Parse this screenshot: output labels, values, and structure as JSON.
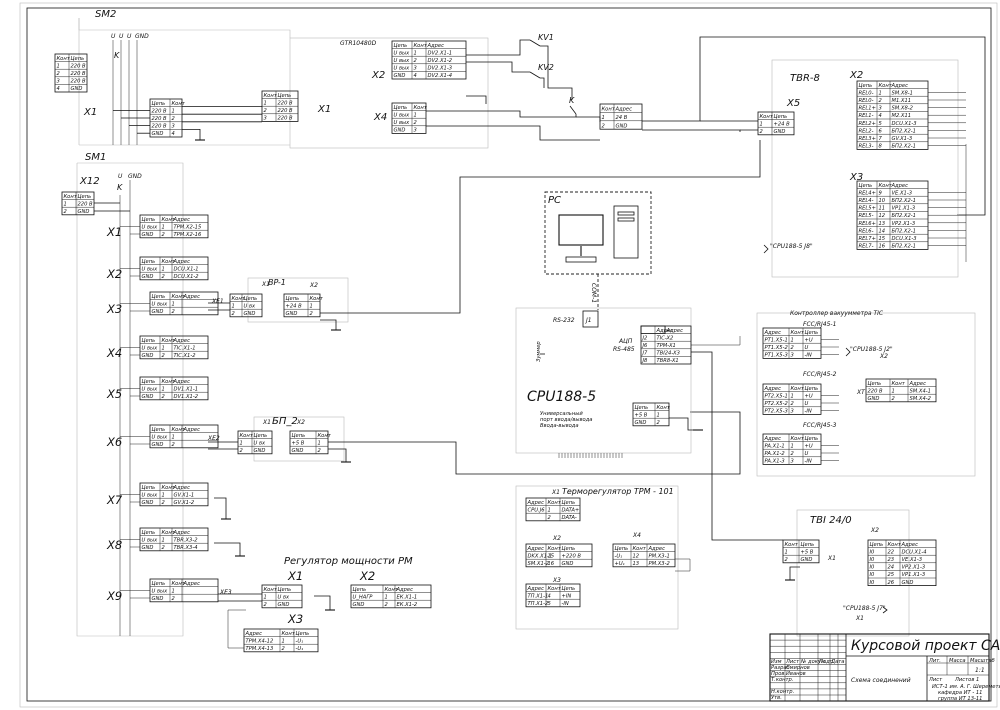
{
  "sm2": {
    "title": "SM2",
    "head": [
      "Конт",
      "Цепь"
    ],
    "rows": [
      [
        "1",
        "220 В"
      ],
      [
        "2",
        "220 В"
      ],
      [
        "3",
        "220 В"
      ],
      [
        "4",
        "GND"
      ]
    ],
    "bus_head": [
      "U",
      "U",
      "U",
      "GND"
    ],
    "k": "K",
    "x1": "X1",
    "out_head": [
      "Цепь",
      "Конт"
    ],
    "out_rows": [
      [
        "220 В",
        "1"
      ],
      [
        "220 В",
        "2"
      ],
      [
        "220 В",
        "3"
      ],
      [
        "GND",
        "4"
      ]
    ]
  },
  "gtr": {
    "title": "GTR10480D",
    "x1": "X1",
    "x1_head": [
      "Конт",
      "Цепь"
    ],
    "x1_rows": [
      [
        "1",
        "220 В"
      ],
      [
        "2",
        "220 В"
      ],
      [
        "3",
        "220 В"
      ]
    ],
    "x2": "X2",
    "x2_head": [
      "Цепь",
      "Конт",
      "Адрес"
    ],
    "x2_rows": [
      [
        "U вых",
        "1",
        "DV2.X1-1"
      ],
      [
        "U вых",
        "2",
        "DV2.X1-2"
      ],
      [
        "U вых",
        "3",
        "DV2.X1-3"
      ],
      [
        "GND",
        "4",
        "DV2.X1-4"
      ]
    ],
    "x4": "X4",
    "x4_head": [
      "Цепь",
      "Конт"
    ],
    "x4_rows": [
      [
        "U вых",
        "1"
      ],
      [
        "U вых",
        "2"
      ],
      [
        "GND",
        "3"
      ]
    ]
  },
  "kv1": "KV1",
  "kv2": "KV2",
  "k_top": "K",
  "psu_in": {
    "head": [
      "Конт",
      "Адрес"
    ],
    "rows": [
      [
        "1",
        "24 В"
      ],
      [
        "2",
        "GND"
      ]
    ]
  },
  "tbr": {
    "title": "TBR-8",
    "x5": "X5",
    "x5_head": [
      "Конт",
      "Цепь"
    ],
    "x5_rows": [
      [
        "1",
        "+24 В"
      ],
      [
        "2",
        "GND"
      ]
    ],
    "x2": "X2",
    "x3": "X3",
    "head": [
      "Цепь",
      "Конт",
      "Адрес"
    ],
    "x2_rows": [
      [
        "REL0-",
        "1",
        "SM.X8-1"
      ],
      [
        "REL0-",
        "2",
        "M1.X11"
      ],
      [
        "REL1+",
        "3",
        "SM.X8-2"
      ],
      [
        "REL1-",
        "4",
        "M2.X11"
      ],
      [
        "REL2+",
        "5",
        "DCU.X1-3"
      ],
      [
        "REL2-",
        "6",
        "БП2.X2-1"
      ],
      [
        "REL3+",
        "7",
        "GV.X1-3"
      ],
      [
        "REL3-",
        "8",
        "БП2.X2-1"
      ]
    ],
    "x3_rows": [
      [
        "REL4+",
        "9",
        "VE.X1-3"
      ],
      [
        "REL4-",
        "10",
        "БП2.X2-1"
      ],
      [
        "REL5+",
        "11",
        "VP1.X1-3"
      ],
      [
        "REL5-",
        "12",
        "БП2.X2-1"
      ],
      [
        "REL6+",
        "13",
        "VP2.X1-3"
      ],
      [
        "REL6-",
        "14",
        "БП2.X2-1"
      ],
      [
        "REL7+",
        "15",
        "DCU.X1-3"
      ],
      [
        "REL7-",
        "16",
        "БП2.X2-1"
      ]
    ],
    "ref": "\"CPU188-5  J8\""
  },
  "sm1": {
    "title": "SM1",
    "x12": "X12",
    "x12_head": [
      "Конт",
      "Цепь"
    ],
    "x12_rows": [
      [
        "1",
        "220 В"
      ],
      [
        "2",
        "GND"
      ]
    ],
    "bus_head": [
      "U",
      "GND"
    ],
    "k": "K",
    "row_head": [
      "Цепь",
      "Конт",
      "Адрес"
    ],
    "groups": [
      {
        "label": "X1",
        "rows": [
          [
            "U вых",
            "1",
            "TPM.X2-15"
          ],
          [
            "GND",
            "2",
            "TPM.X2-16"
          ]
        ]
      },
      {
        "label": "X2",
        "rows": [
          [
            "U вых",
            "1",
            "DCU.X1-1"
          ],
          [
            "GND",
            "2",
            "DCU.X1-2"
          ]
        ]
      },
      {
        "label": "X3",
        "rows": [
          [
            "U вых",
            "1",
            ""
          ],
          [
            "GND",
            "2",
            ""
          ]
        ]
      },
      {
        "label": "X4",
        "rows": [
          [
            "U вых",
            "1",
            "TIC.X1-1"
          ],
          [
            "GND",
            "2",
            "TIC.X1-2"
          ]
        ]
      },
      {
        "label": "X5",
        "rows": [
          [
            "U вых",
            "1",
            "DV1.X1-1"
          ],
          [
            "GND",
            "2",
            "DV1.X1-2"
          ]
        ]
      },
      {
        "label": "X6",
        "rows": [
          [
            "U вых",
            "1",
            ""
          ],
          [
            "GND",
            "2",
            ""
          ]
        ]
      },
      {
        "label": "X7",
        "rows": [
          [
            "U вых",
            "1",
            "GV.X1-1"
          ],
          [
            "GND",
            "2",
            "GV.X1-2"
          ]
        ]
      },
      {
        "label": "X8",
        "rows": [
          [
            "U вых",
            "1",
            "TBR.X3-2"
          ],
          [
            "GND",
            "2",
            "TBR.X3-4"
          ]
        ]
      },
      {
        "label": "X9",
        "rows": [
          [
            "U вых",
            "1",
            ""
          ],
          [
            "GND",
            "2",
            ""
          ]
        ]
      }
    ],
    "xe1": "XE1",
    "xe2": "XE2",
    "xe3": "XE3"
  },
  "bp1": {
    "title": "BP-1",
    "x1": "X1",
    "x2": "X2",
    "x1_head": [
      "Конт",
      "Цепь"
    ],
    "x1_rows": [
      [
        "1",
        "U вх"
      ],
      [
        "2",
        "GND"
      ]
    ],
    "x2_head": [
      "Цепь",
      "Конт"
    ],
    "x2_rows": [
      [
        "+24 В",
        "1"
      ],
      [
        "GND",
        "2"
      ]
    ]
  },
  "bp2": {
    "title": "БП_2",
    "x1": "X1",
    "x2": "X2",
    "x1_head": [
      "Конт",
      "Цепь"
    ],
    "x1_rows": [
      [
        "1",
        "U вх"
      ],
      [
        "2",
        "GND"
      ]
    ],
    "x2_head": [
      "Цепь",
      "Конт"
    ],
    "x2_rows": [
      [
        "+5 В",
        "1"
      ],
      [
        "GND",
        "2"
      ]
    ]
  },
  "pc": {
    "label": "PC",
    "port": "COM-1"
  },
  "cpu": {
    "title": "CPU188-5",
    "subtitle": [
      "Универсальный",
      "порт ввода/вывода",
      "Ввода-вывода"
    ],
    "rs232": "RS-232",
    "j1": "J1",
    "acp": "АЦП",
    "rs485": "RS-485",
    "addr_head": [
      "Адрес"
    ],
    "addr_rows": [
      [
        "J2",
        "TIC-X2"
      ],
      [
        "J6",
        "TPM-X1"
      ],
      [
        "J7",
        "TBI24-X3"
      ],
      [
        "J8",
        "TBR8-X1"
      ]
    ],
    "side": "Зуммер",
    "pwr_head": [
      "Цепь",
      "Конт"
    ],
    "pwr_rows": [
      [
        "+5 В",
        "1"
      ],
      [
        "GND",
        "2"
      ]
    ]
  },
  "vac": {
    "title": "Контроллер вакуумметра  TIC",
    "ref": "\"CPU188-5  J2\"",
    "x2": "X2",
    "xt": "XT",
    "head": [
      "Адрес",
      "Конт",
      "Цепь"
    ],
    "blocks": [
      {
        "name": "FCC/RJ45-1",
        "rows": [
          [
            "PT1.X5-1",
            "1",
            "+U"
          ],
          [
            "PT1.X5-2",
            "2",
            "U"
          ],
          [
            "PT1.X5-3",
            "3",
            "-IN"
          ]
        ]
      },
      {
        "name": "FCC/RJ45-2",
        "rows": [
          [
            "PT2.X5-1",
            "1",
            "+U"
          ],
          [
            "PT2.X5-2",
            "2",
            "U"
          ],
          [
            "PT2.X5-3",
            "3",
            "-IN"
          ]
        ]
      },
      {
        "name": "FCC/RJ45-3",
        "rows": [
          [
            "PA.X1-1",
            "1",
            "+U"
          ],
          [
            "PA.X1-2",
            "2",
            "U"
          ],
          [
            "PA.X1-3",
            "3",
            "-IN"
          ]
        ]
      }
    ],
    "pwr_head": [
      "Цепь",
      "Конт",
      "Адрес"
    ],
    "pwr_rows": [
      [
        "220 В",
        "1",
        "SM.X4-1"
      ],
      [
        "GND",
        "2",
        "SM.X4-2"
      ]
    ]
  },
  "tpm": {
    "title": "Терморегулятор  ТРМ - 101",
    "x1": "X1",
    "x2": "X2",
    "x3": "X3",
    "x4": "X4",
    "h3": [
      "Адрес",
      "Конт",
      "Цепь"
    ],
    "x1_rows": [
      [
        "CPU.J6",
        "1",
        "DATA+"
      ],
      [
        "",
        "2",
        "DATA-"
      ]
    ],
    "x2_rows": [
      [
        "DKX.X1-1",
        "15",
        "+220 В"
      ],
      [
        "SM.X1-2",
        "16",
        "GND"
      ]
    ],
    "x3_rows": [
      [
        "TП.X1-1",
        "4",
        "+IN"
      ],
      [
        "TП.X1-2",
        "5",
        "-IN"
      ]
    ],
    "x4_head": [
      "Цепь",
      "Конт",
      "Адрес"
    ],
    "x4_rows": [
      [
        "-U₁",
        "12",
        "PM.X3-1"
      ],
      [
        "+U₁",
        "13",
        "PM.X3-2"
      ]
    ]
  },
  "pm": {
    "title": "Регулятор мощности  РМ",
    "x1": "X1",
    "x2": "X2",
    "x3": "X3",
    "x1_head": [
      "Конт",
      "Цепь"
    ],
    "x1_rows": [
      [
        "1",
        "U вх"
      ],
      [
        "2",
        "GND"
      ]
    ],
    "x2_head": [
      "Цепь",
      "Конт",
      "Адрес"
    ],
    "x2_rows": [
      [
        "U_НАГР",
        "1",
        "ЕК.X1-1"
      ],
      [
        "GND",
        "2",
        "ЕК.X1-2"
      ]
    ],
    "x3_head": [
      "Адрес",
      "Конт",
      "Цепь"
    ],
    "x3_rows": [
      [
        "ТРМ.X4-12",
        "1",
        "-U₁"
      ],
      [
        "ТРМ.X4-13",
        "2",
        "-U₁"
      ]
    ]
  },
  "tbi": {
    "title": "TBI 24/0",
    "x1": "X1",
    "x2": "X2",
    "x1_head": [
      "Конт",
      "Цепь"
    ],
    "x1_rows": [
      [
        "1",
        "+5 В"
      ],
      [
        "2",
        "GND"
      ]
    ],
    "head": [
      "Цепь",
      "Конт",
      "Адрес"
    ],
    "rows": [
      [
        "I0",
        "22",
        "DCU.X1-4"
      ],
      [
        "I0",
        "23",
        "VE.X1-3"
      ],
      [
        "I0",
        "24",
        "VP2.X1-3"
      ],
      [
        "I0",
        "25",
        "VP1.X1-3"
      ],
      [
        "I0",
        "26",
        "GND"
      ]
    ],
    "ref": "\"CPU188-5  J7\"",
    "x1b": "X1"
  },
  "stamp": {
    "title": "Курсовой проект САУ",
    "doc": "Схема соединений",
    "lit_head": [
      "Лит.",
      "Масса",
      "Масштаб"
    ],
    "scale": "1:1",
    "sheet": "Лист",
    "sheets": "Листов  1",
    "org": [
      "ИСТ-1 им. А. Г. Шереметьева",
      "кафедра  ИТ - 11",
      "группа  ИТ  13-11"
    ],
    "roles": [
      "Изм",
      "Лист",
      "№ докум.",
      "Подп.",
      "Дата",
      "Разраб.",
      "Пров.",
      "Т.контр.",
      "Н.контр.",
      "Утв."
    ],
    "names": [
      "Смирнов",
      "Иванов"
    ]
  }
}
